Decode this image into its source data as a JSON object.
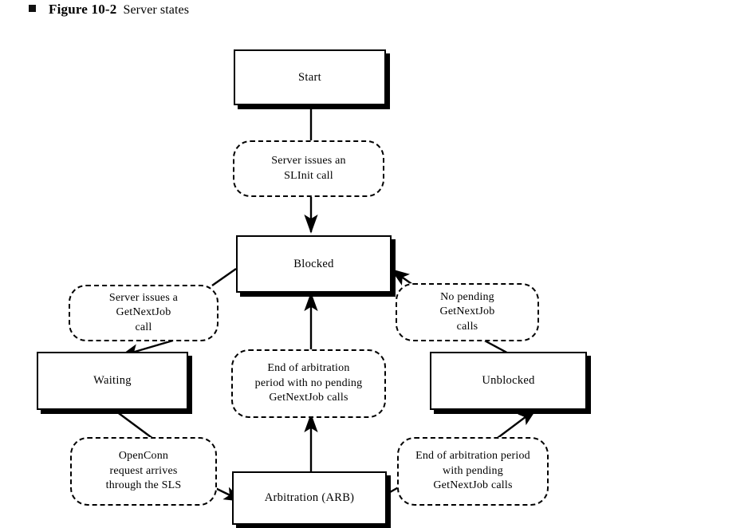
{
  "figure": {
    "bullet_icon": "square-bullet-icon",
    "label": "Figure 10-2",
    "title": "Server states"
  },
  "diagram": {
    "type": "state-machine",
    "states": [
      {
        "id": "start",
        "label": "Start"
      },
      {
        "id": "blocked",
        "label": "Blocked"
      },
      {
        "id": "waiting",
        "label": "Waiting"
      },
      {
        "id": "unblocked",
        "label": "Unblocked"
      },
      {
        "id": "arbitration",
        "label": "Arbitration (ARB)"
      }
    ],
    "transitions": [
      {
        "id": "slinit",
        "from": "start",
        "to": "blocked",
        "label": "Server issues an\nSLInit call",
        "line1": "Server issues an",
        "line2": "SLInit call"
      },
      {
        "id": "getnextjob",
        "from": "blocked",
        "to": "waiting",
        "label": "Server issues a\nGetNextJob\ncall",
        "line1": "Server issues a",
        "line2": "GetNextJob",
        "line3": "call"
      },
      {
        "id": "no-pending",
        "from": "unblocked",
        "to": "blocked",
        "label": "No pending\nGetNextJob\ncalls",
        "line1": "No pending",
        "line2": "GetNextJob",
        "line3": "calls"
      },
      {
        "id": "end-arb-no-pending",
        "from": "arbitration",
        "to": "blocked",
        "label": "End of arbitration\nperiod with no pending\nGetNextJob calls",
        "line1": "End of arbitration",
        "line2": "period with no pending",
        "line3": "GetNextJob calls"
      },
      {
        "id": "openconn",
        "from": "waiting",
        "to": "arbitration",
        "label": "OpenConn\nrequest arrives\nthrough the SLS",
        "line1": "OpenConn",
        "line2": "request arrives",
        "line3": "through the SLS"
      },
      {
        "id": "end-arb-pending",
        "from": "arbitration",
        "to": "unblocked",
        "label": "End of arbitration period\nwith pending\nGetNextJob calls",
        "line1": "End of arbitration period",
        "line2": "with pending",
        "line3": "GetNextJob calls"
      }
    ],
    "colors": {
      "stroke": "#000000",
      "fill": "#ffffff",
      "shadow": "#000000"
    }
  }
}
